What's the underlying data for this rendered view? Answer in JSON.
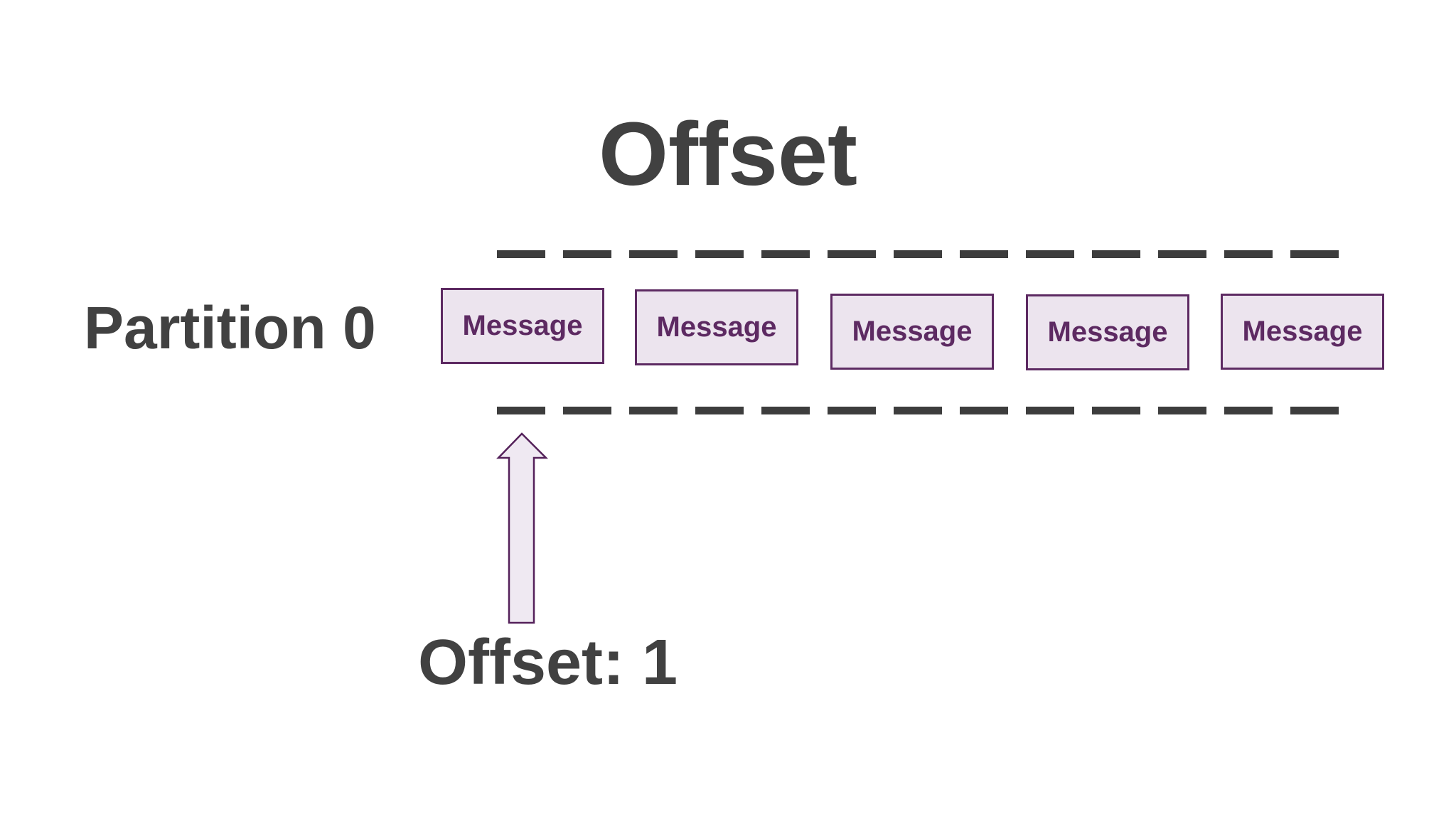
{
  "diagram": {
    "title": "Offset",
    "partition": {
      "label": "Partition 0"
    },
    "messages": [
      {
        "label": "Message"
      },
      {
        "label": "Message"
      },
      {
        "label": "Message"
      },
      {
        "label": "Message"
      },
      {
        "label": "Message"
      }
    ],
    "pointer": {
      "label": "Offset: 1",
      "icon": "up-arrow-icon"
    },
    "boundaries": {
      "style": "dashed",
      "count": 2
    },
    "colors": {
      "background": "#ffffff",
      "heading_text": "#414141",
      "dash_line": "#3d3d3d",
      "box_fill": "#ece4ee",
      "box_border": "#5d2a62",
      "box_text": "#5d2a62",
      "arrow_fill": "#efe9f2",
      "arrow_border": "#54215a"
    }
  }
}
